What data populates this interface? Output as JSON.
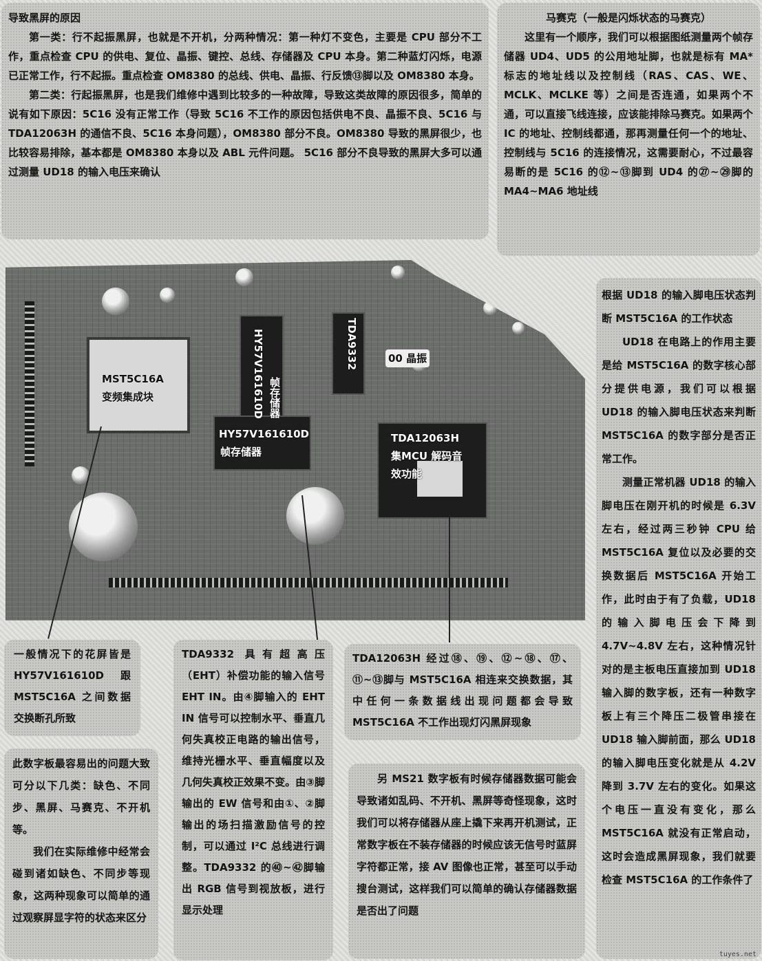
{
  "block_black_screen": {
    "title": "导致黑屏的原因",
    "p1": "第一类：行不起振黑屏，也就是不开机，分两种情况：第一种灯不变色，主要是 CPU 部分不工作，重点检查 CPU 的供电、复位、晶振、键控、总线、存储器及 CPU 本身。第二种蓝灯闪烁，电源已正常工作，行不起振。重点检查 OM8380 的总线、供电、晶振、行反馈⑬脚以及 OM8380 本身。",
    "p2": "第二类：行起振黑屏，也是我们维修中遇到比较多的一种故障，导致这类故障的原因很多，简单的说有如下原因：5C16 没有正常工作（导致 5C16 不工作的原因包括供电不良、晶振不良、5C16 与 TDA12063H 的通信不良、5C16 本身问题），OM8380 部分不良。OM8380 导致的黑屏很少，也比较容易排除，基本都是 OM8380 本身以及 ABL 元件问题。 5C16 部分不良导致的黑屏大多可以通过测量 UD18 的输入电压来确认"
  },
  "block_mosaic": {
    "title": "马赛克（一般是闪烁状态的马赛克）",
    "p1": "这里有一个顺序，我们可以根据图纸测量两个帧存储器 UD4、UD5 的公用地址脚，也就是标有 MA* 标志的地址线以及控制线（RAS、CAS、WE、MCLK、MCLKE 等）之间是否连通，如果两个不通，可以直接飞线连接，应该能排除马赛克。如果两个 IC 的地址、控制线都通，那再测量任何一个的地址、控制线与 5C16 的连接情况，这需要耐心，不过最容易断的是 5C16 的⑫~⑬脚到 UD4 的㉗~㉙脚的 MA4~MA6 地址线"
  },
  "block_ud18": {
    "title": "根据 UD18 的输入脚电压状态判断 MST5C16A 的工作状态",
    "p1": "UD18 在电路上的作用主要是给 MST5C16A 的数字核心部分提供电源，我们可以根据 UD18 的输入脚电压状态来判断 MST5C16A 的数字部分是否正常工作。",
    "p2": "测量正常机器 UD18 的输入脚电压在刚开机的时候是 6.3V 左右，经过两三秒钟 CPU 给 MST5C16A 复位以及必要的交换数据后 MST5C16A 开始工作，此时由于有了负载，UD18 的输入脚电压会下降到 4.7V~4.8V 左右，这种情况针对的是主板电压直接加到 UD18 输入脚的数字板，还有一种数字板上有三个降压二极管串接在 UD18 输入脚前面，那么 UD18 的输入脚电压变化就是从 4.2V 降到 3.7V 左右的变化。如果这个电压一直没有变化，那么 MST5C16A 就没有正常启动，这时会造成黑屏现象，我们就要检查 MST5C16A 的工作条件了"
  },
  "block_flower": {
    "text": "一般情况下的花屏皆是 HY57V161610D 跟 MST5C16A 之间数据交换断孔所致"
  },
  "block_tda9332": {
    "text": "TDA9332 具有超高压（EHT）补偿功能的输入信号 EHT IN。由④脚输入的 EHT IN 信号可以控制水平、垂直几何失真校正电路的输出信号，维持光栅水平、垂直幅度以及几何失真校正效果不变。由③脚输出的 EW 信号和由①、②脚输出的场扫描激励信号的控制，可以通过 I²C 总线进行调整。TDA9332 的㊵~㊷脚输出 RGB 信号到视放板，进行显示处理"
  },
  "block_tda12063h": {
    "text": "TDA12063H 经过⑱、⑲、⑫~⑱、⑰、⑪~⑬脚与 MST5C16A 相连来交换数据，其中任何一条数据线出现问题都会导致 MST5C16A 不工作出现灯闪黑屏现象"
  },
  "block_faults": {
    "p1": "此数字板最容易出的问题大致可分以下几类：缺色、不同步、黑屏、马赛克、不开机等。",
    "p2": "我们在实际维修中经常会碰到诸如缺色、不同步等现象，这两种现象可以简单的通过观察屏显字符的状态来区分"
  },
  "block_ms21": {
    "text": "另 MS21 数字板有时候存储器数据可能会导致诸如乱码、不开机、黑屏等奇怪现象，这时我们可以将存储器从座上撬下来再开机测试，正常数字板在不装存储器的时候应该无信号时蓝屏字符都正常，接 AV 图像也正常，甚至可以手动搜台测试，这样我们可以简单的确认存储器数据是否出了问题"
  },
  "pcb_labels": {
    "mst5c16a": "MST5C16A 变频集成块",
    "hy57v_chip_top": "HY57V161610D",
    "hy57v_chip_top_sub": "帧存储器",
    "hy57v_frame": "HY57V161610D",
    "hy57v_frame_sub": "帧存储器",
    "tda9332": "TDA9332",
    "crystal": "00 晶振",
    "tda12063h": "TDA12063H 集MCU 解码音效功能"
  },
  "watermark": "tuyes.net"
}
